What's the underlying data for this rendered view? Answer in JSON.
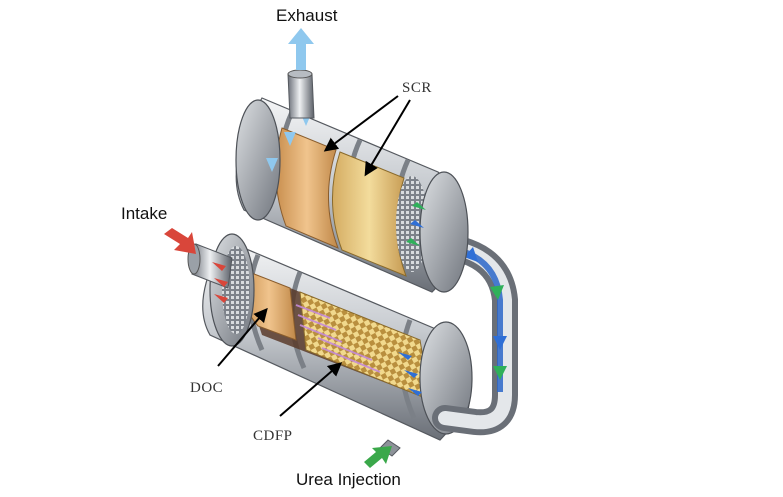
{
  "labels": {
    "exhaust": "Exhaust",
    "intake": "Intake",
    "scr": "SCR",
    "doc": "DOC",
    "cdfp": "CDFP",
    "urea_injection": "Urea Injection"
  },
  "colors": {
    "metal_light": "#e8eaec",
    "metal_mid": "#a9adb3",
    "metal_dark": "#5b6068",
    "catalyst_tan": "#e0b27a",
    "catalyst_gold": "#e7c98a",
    "filter_check_a": "#c9a24e",
    "filter_check_b": "#f1d98d",
    "exhaust_arrow": "#8fc8ee",
    "intake_arrow": "#d9463a",
    "urea_arrow": "#3aa84a",
    "flow_blue": "#2f6fd6",
    "flow_green": "#2fb05a"
  }
}
